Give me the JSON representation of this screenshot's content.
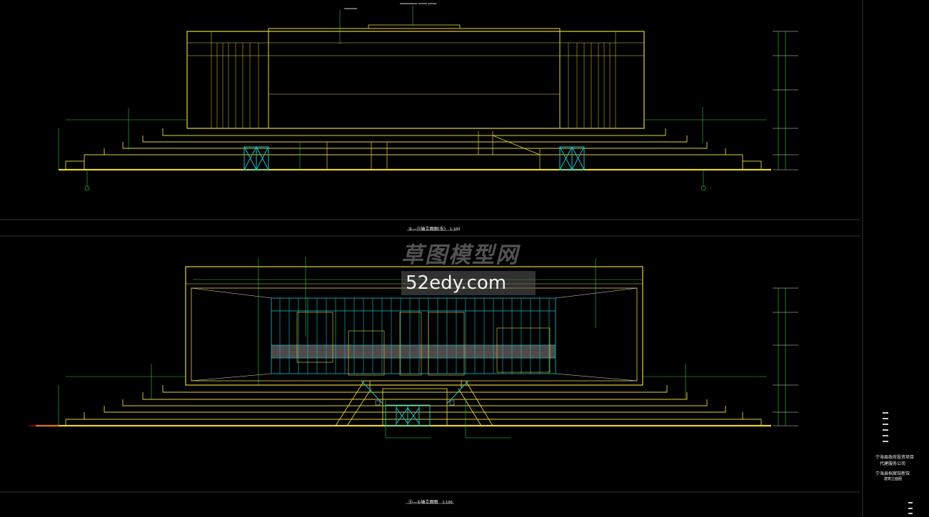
{
  "drawing": {
    "top_elevation_title": "①—⑪轴立面图(东)",
    "top_elevation_scale": "1:100",
    "bottom_elevation_title": "⑪—①轴立面图",
    "bottom_elevation_scale": "1:100"
  },
  "watermark": {
    "brand": "草图模型网",
    "url": "52edy.com"
  },
  "title_block": {
    "project_line1": "宁海县政府投资项目",
    "project_line2": "代建服务公司",
    "drawing_name": "宁海县档案馆新馆",
    "sheet_label": "建筑立面图"
  },
  "colors": {
    "building": "#e6d33a",
    "glass": "#19c3cf",
    "dimension": "#2ecc40",
    "text": "#e0e0e0",
    "background": "#000000"
  }
}
